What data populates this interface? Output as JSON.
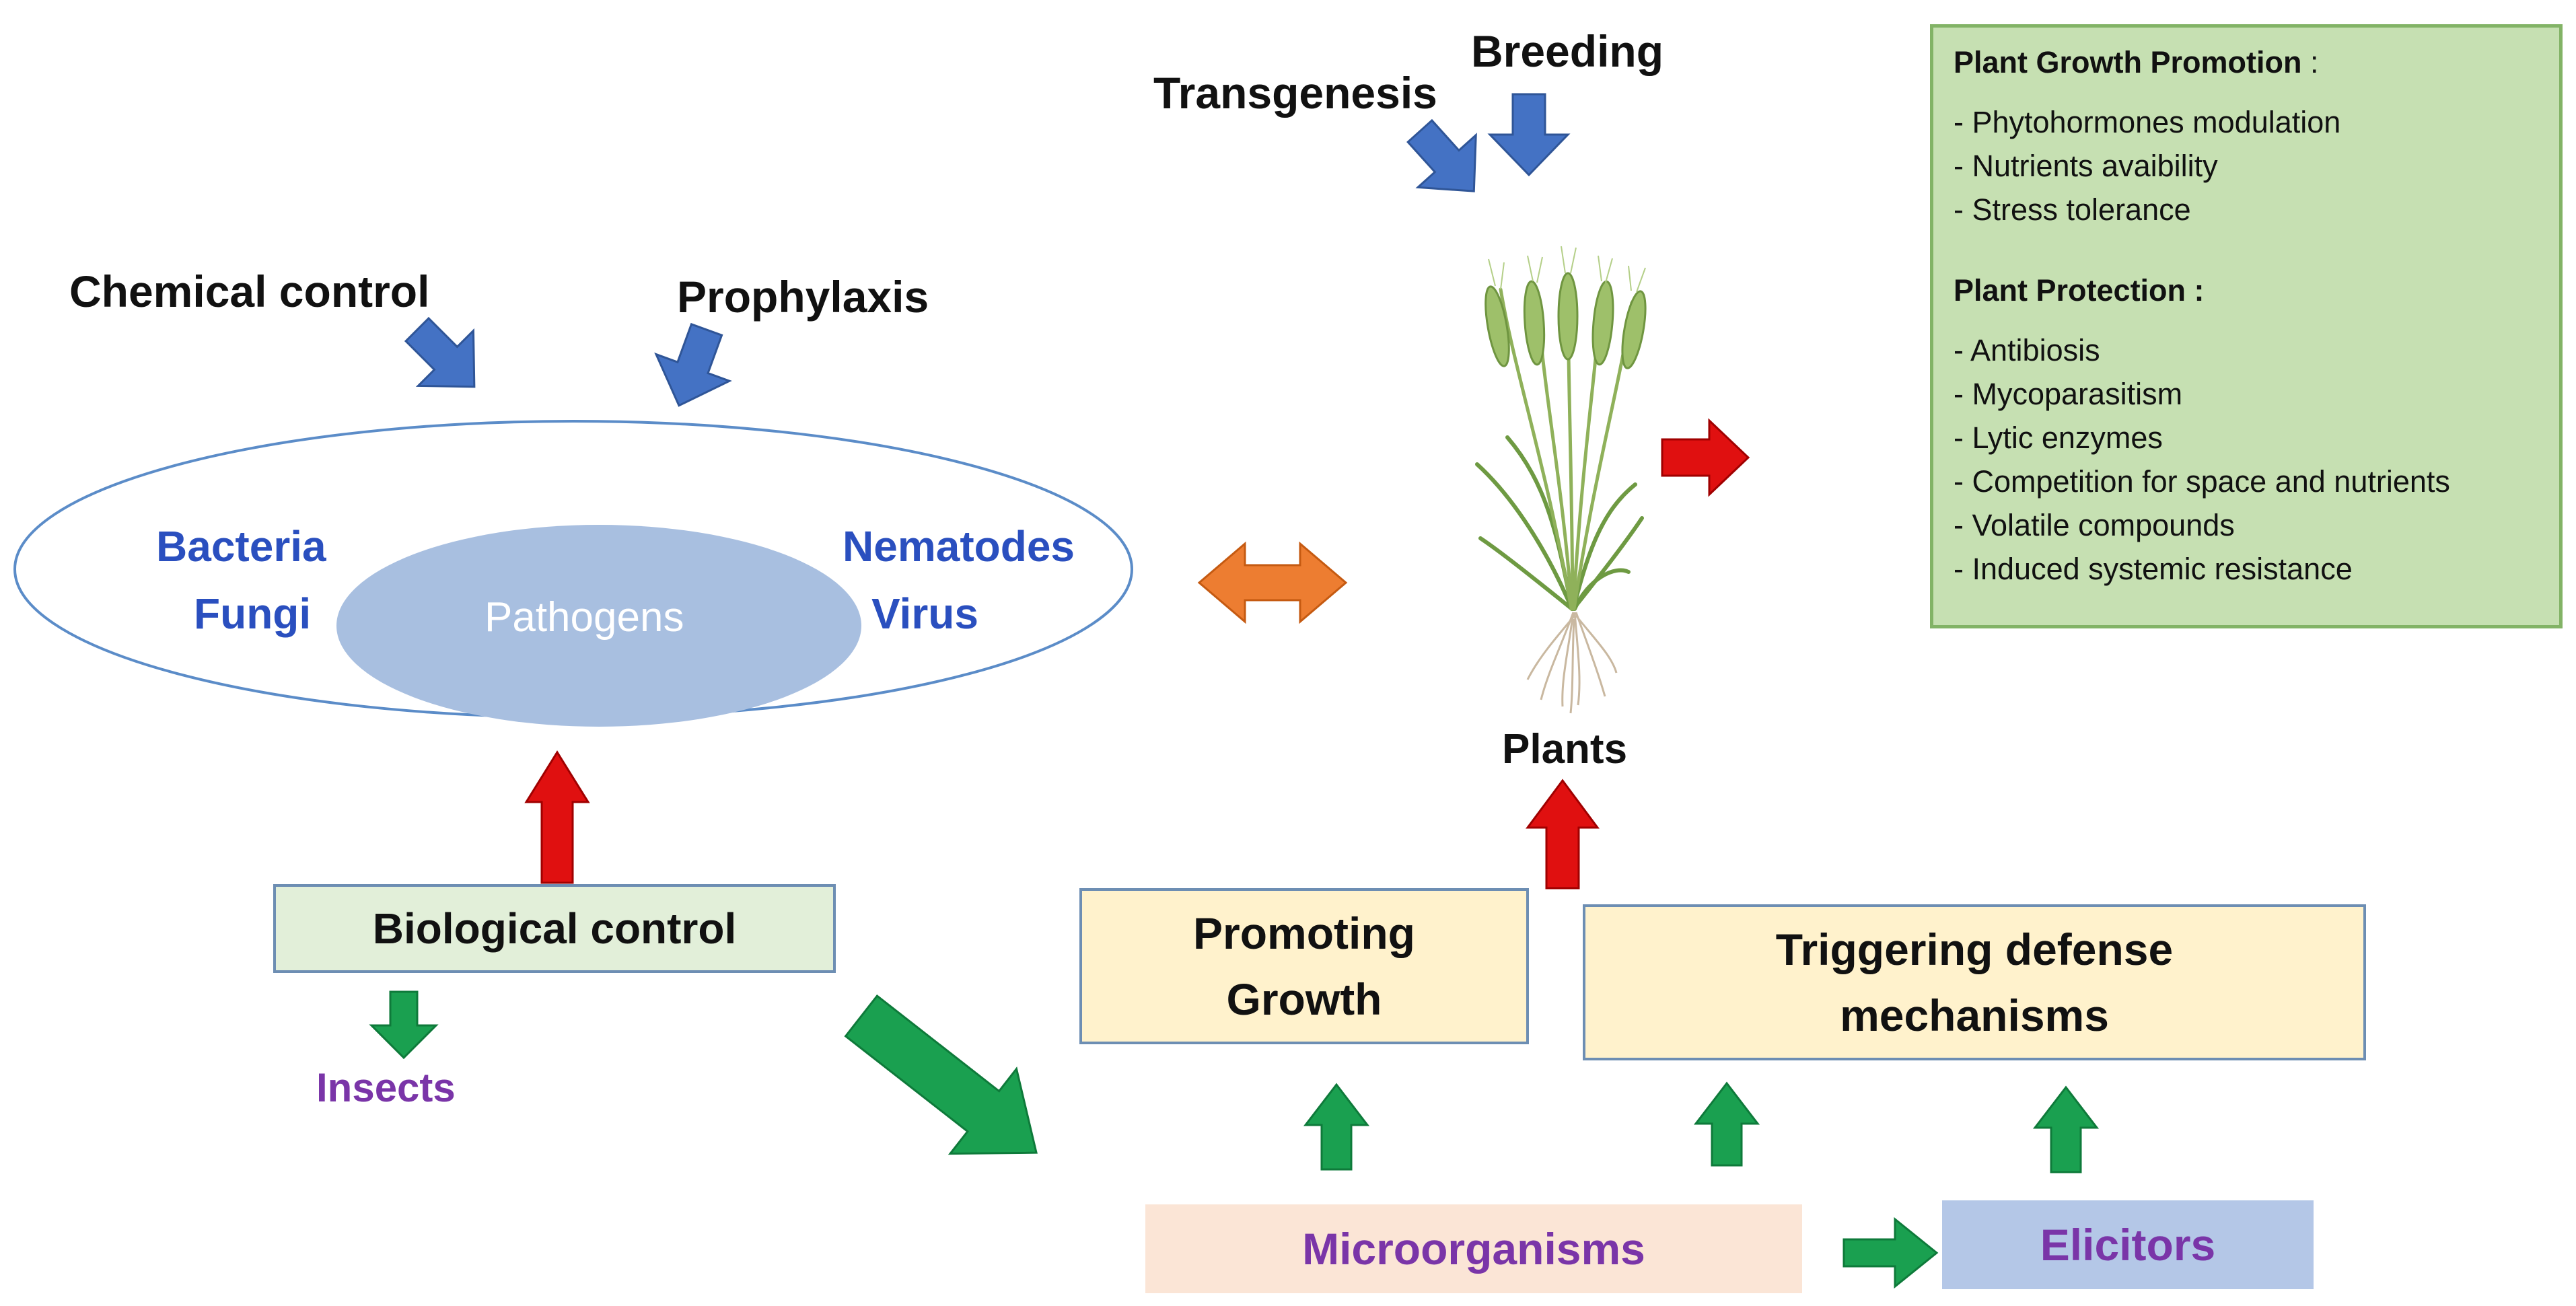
{
  "top_labels": {
    "chemical_control": "Chemical control",
    "prophylaxis": "Prophylaxis",
    "transgenesis": "Transgenesis",
    "breeding": "Breeding"
  },
  "pathogens": {
    "center": "Pathogens",
    "left": [
      "Bacteria",
      "Fungi"
    ],
    "right": [
      "Nematodes",
      "Virus"
    ]
  },
  "plants_label": "Plants",
  "biological_control": "Biological control",
  "insects": "Insects",
  "promoting_growth": "Promoting Growth",
  "triggering_defense": "Triggering defense mechanisms",
  "microorganisms": "Microorganisms",
  "elicitors": "Elicitors",
  "info_box": {
    "growth_title": "Plant Growth Promotion",
    "growth_title_suffix": " :",
    "growth_items": [
      "- Phytohormones modulation",
      "- Nutrients avaibility",
      "- Stress tolerance"
    ],
    "protection_title": "Plant Protection :",
    "protection_items": [
      "- Antibiosis",
      "- Mycoparasitism",
      "- Lytic enzymes",
      "- Competition for space and nutrients",
      "- Volatile compounds",
      "- Induced systemic resistance"
    ]
  },
  "colors": {
    "blue_arrow": "#4472c4",
    "red_arrow": "#e01010",
    "green_arrow": "#1aa050",
    "orange_arrow": "#ed7d31",
    "pathogen_fill": "#a8bfe0",
    "bio_box": "#e2efd9",
    "yellow_box": "#fff2cc",
    "micro_box": "#fbe5d6",
    "elicitor_box": "#b4c7e7",
    "info_box": "#c6e0b2"
  }
}
